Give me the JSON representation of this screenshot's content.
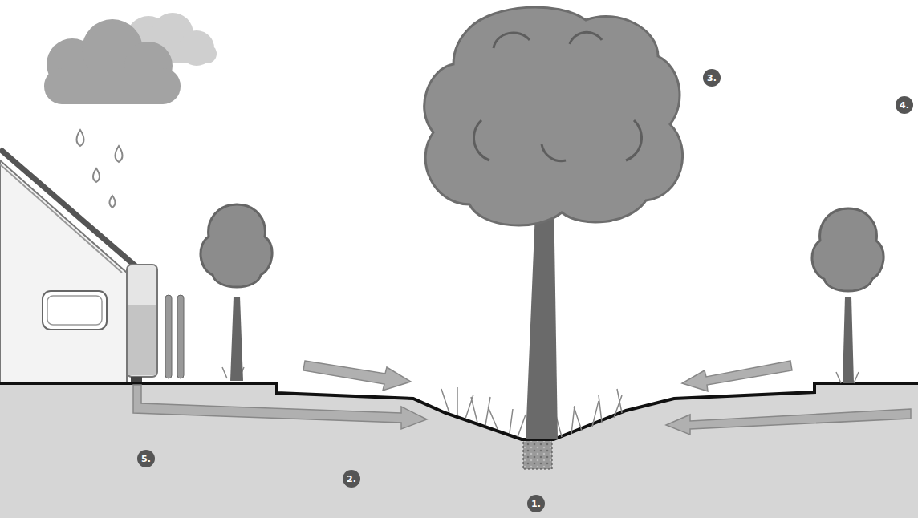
{
  "diagram": {
    "labels": [
      "3.",
      "4.",
      "5.",
      "2.",
      "1."
    ]
  }
}
